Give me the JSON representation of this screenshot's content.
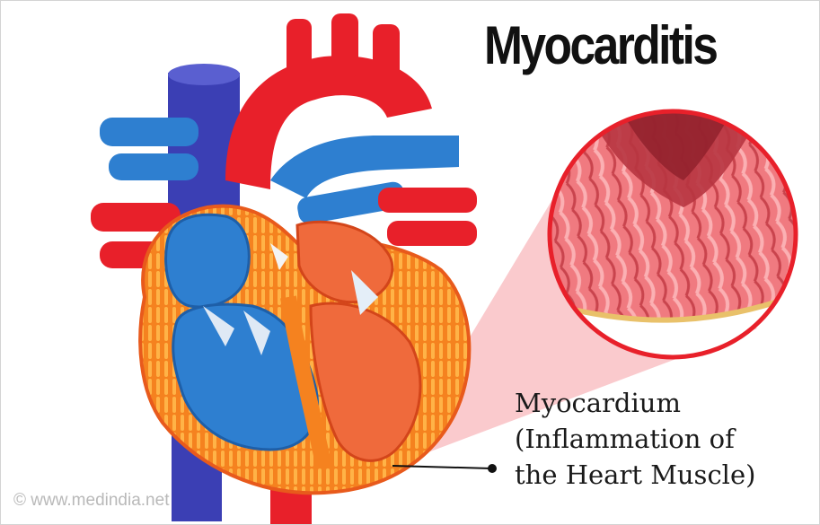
{
  "title": "Myocarditis",
  "callout": {
    "line1": "Myocardium",
    "line2": "(Inflammation of",
    "line3": "the Heart Muscle)"
  },
  "watermark": "© www.medindia.net",
  "colors": {
    "artery_red": "#e8202a",
    "vein_blue": "#2e7fd0",
    "vena_cava": "#3a3fb0",
    "muscle_orange": "#f5821f",
    "muscle_light": "#ffb35a",
    "inner_wall": "#ef6a3c",
    "zoom_border": "#e8202a",
    "zoom_fill": "#f27c82",
    "beam": "#f7b8bb"
  }
}
